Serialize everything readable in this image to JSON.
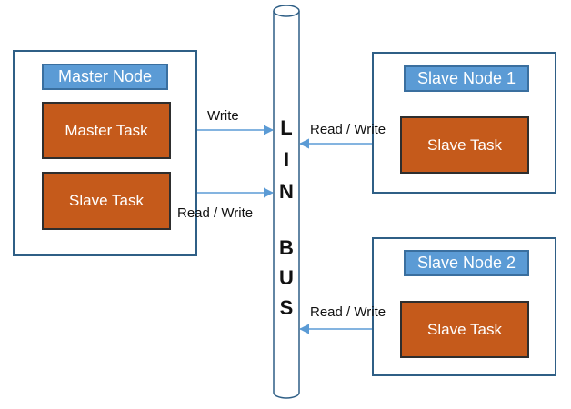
{
  "master_node": {
    "label": "Master Node",
    "tasks": [
      {
        "label": "Master Task",
        "connection": "Write"
      },
      {
        "label": "Slave Task",
        "connection": "Read / Write"
      }
    ]
  },
  "bus": {
    "letters": [
      "L",
      "I",
      "N",
      "B",
      "U",
      "S"
    ]
  },
  "slave_nodes": [
    {
      "label": "Slave Node 1",
      "task": "Slave Task",
      "connection": "Read / Write"
    },
    {
      "label": "Slave Node 2",
      "task": "Slave Task",
      "connection": "Read / Write"
    }
  ],
  "colors": {
    "node_border": "#2f5f86",
    "label_fill": "#5b9bd5",
    "task_fill": "#c55a1b",
    "arrow": "#5b9bd5"
  }
}
